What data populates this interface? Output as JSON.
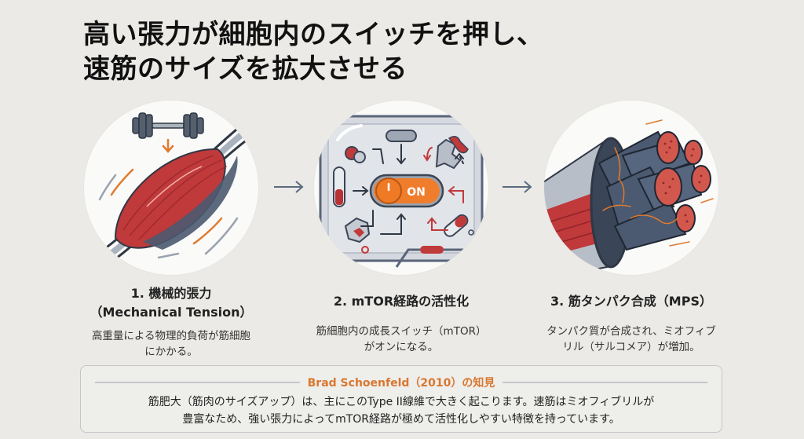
{
  "title": {
    "line1": "高い張力が細胞内のスイッチを押し、",
    "line2": "速筋のサイズを拡大させる"
  },
  "colors": {
    "accent_orange": "#e07a2e",
    "muscle_red": "#c0393b",
    "steel_gray": "#4b5a70",
    "background": "#ebeae6"
  },
  "steps": [
    {
      "illustration": "muscle-under-dumbbell-load",
      "title_line1": "1. 機械的張力",
      "title_line2": "（Mechanical Tension）",
      "desc_line1": "高重量による物理的負荷が筋細胞",
      "desc_line2": "にかかる。"
    },
    {
      "illustration": "mtor-switch-on",
      "switch_label": "ON",
      "title_line1": "2. mTOR経路の活性化",
      "desc_line1": "筋細胞内の成長スイッチ（mTOR）",
      "desc_line2": "がオンになる。"
    },
    {
      "illustration": "myofibril-bundle-cross-section",
      "title_line1": "3. 筋タンパク合成（MPS）",
      "desc_line1": "タンパク質が合成され、ミオフィブ",
      "desc_line2": "リル（サルコメア）が増加。"
    }
  ],
  "flow_arrows": [
    "arrow-right",
    "arrow-right"
  ],
  "finding": {
    "title": "Brad Schoenfeld（2010）の知見",
    "line1": "筋肥大（筋肉のサイズアップ）は、主にこのType II線維で大きく起こります。速筋はミオフィブリルが",
    "line2": "豊富なため、強い張力によってmTOR経路が極めて活性化しやすい特徴を持っています。"
  }
}
